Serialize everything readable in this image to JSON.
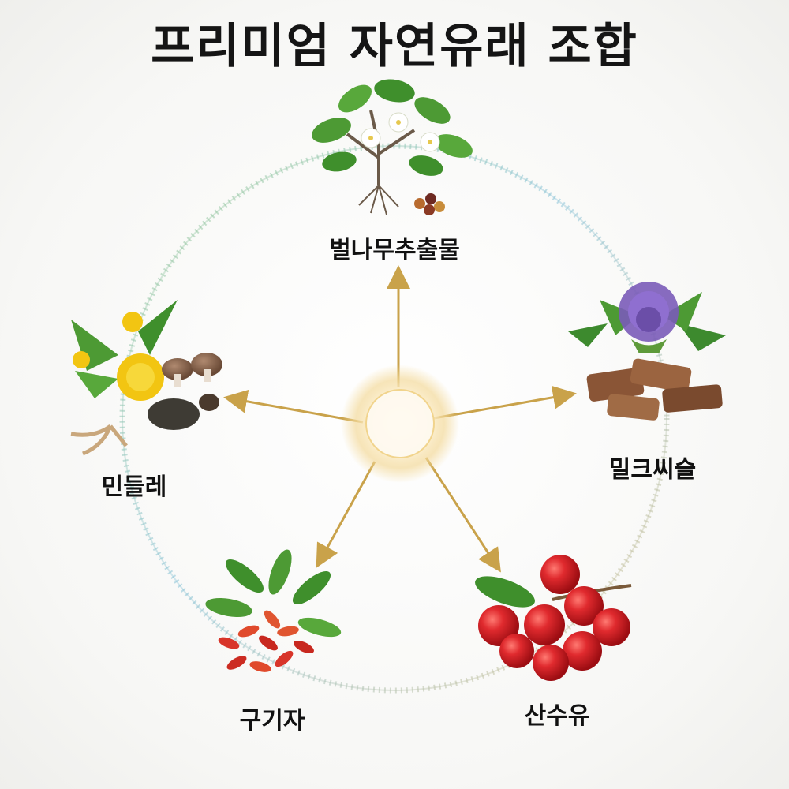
{
  "title": "프리미엄 자연유래 조합",
  "ingredients": [
    {
      "id": "birch",
      "label": "벌나무추출물"
    },
    {
      "id": "thistle",
      "label": "밀크씨슬"
    },
    {
      "id": "cornus",
      "label": "산수유"
    },
    {
      "id": "goji",
      "label": "구기자"
    },
    {
      "id": "dandelion",
      "label": "민들레"
    }
  ],
  "colors": {
    "arrow": "#c9a24a",
    "ring_green": "#9cc98a",
    "ring_blue": "#8cc4d8",
    "ring_gold": "#d8c08a",
    "berry_red": "#d41f25",
    "leaf_green": "#3f8f2c"
  }
}
